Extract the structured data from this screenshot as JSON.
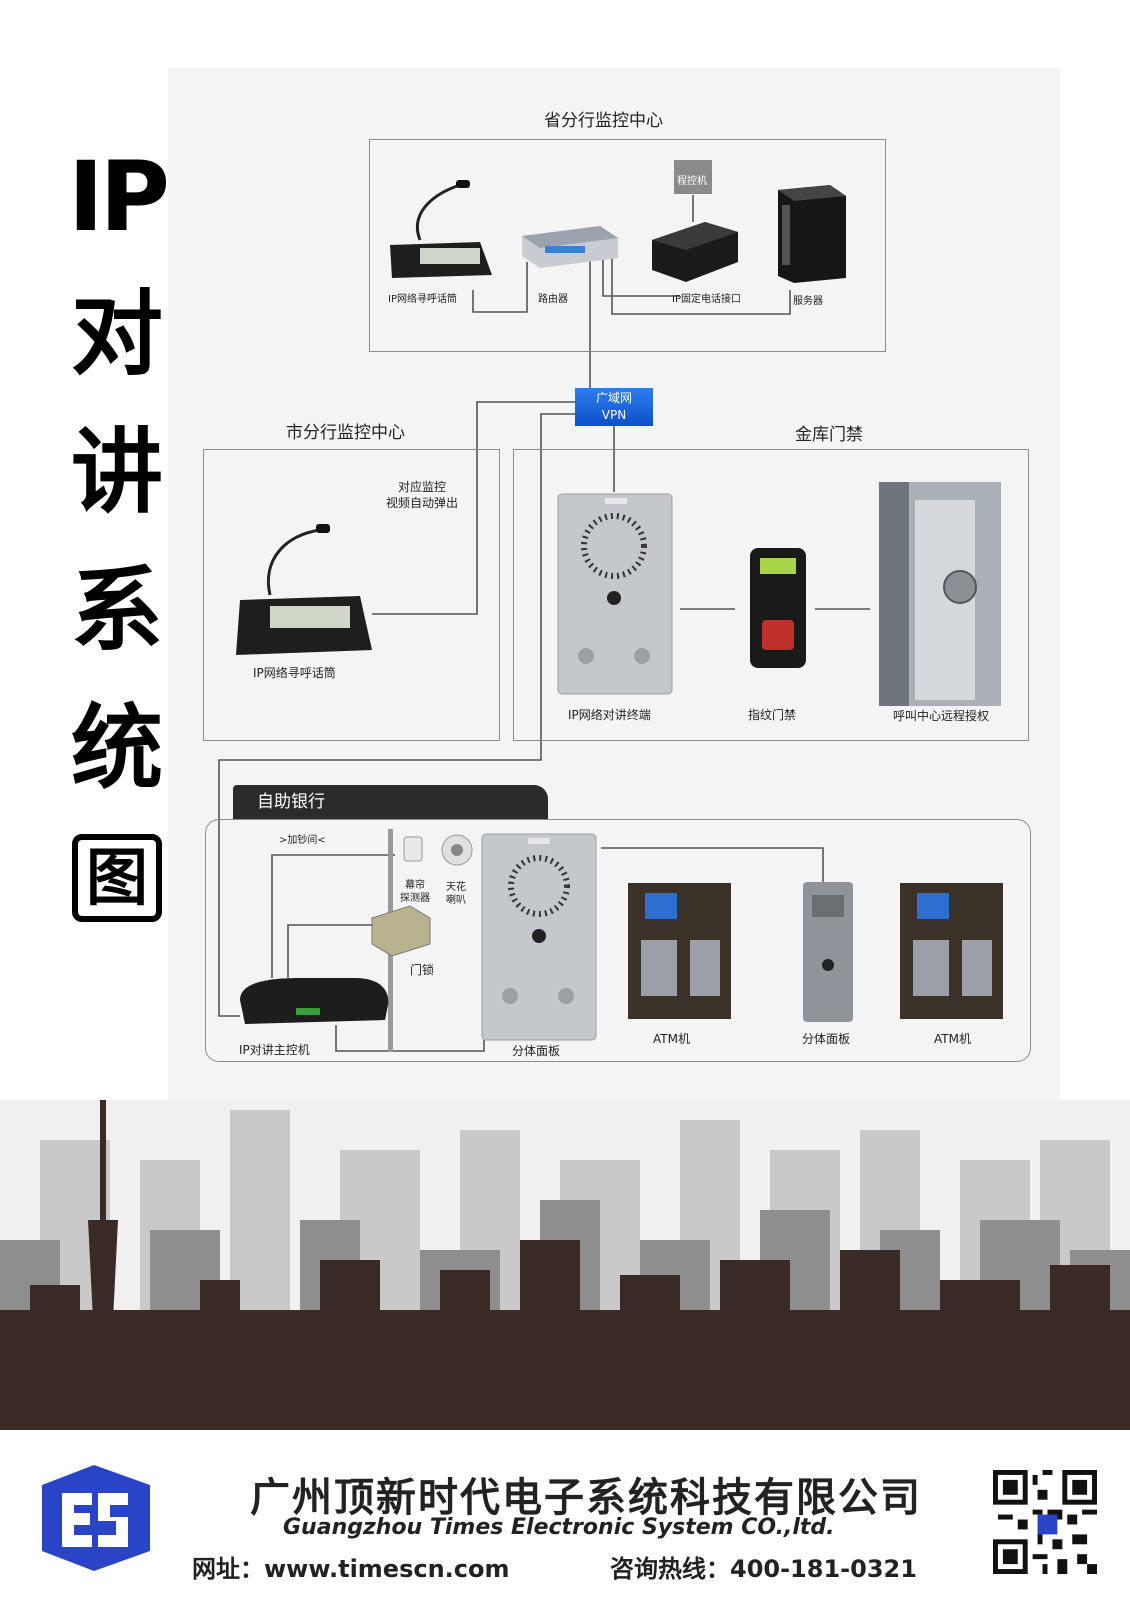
{
  "title": {
    "ip": "IP",
    "chars": [
      "对",
      "讲",
      "系",
      "统",
      "图"
    ]
  },
  "sections": {
    "province": "省分行监控中心",
    "city": "市分行监控中心",
    "vault": "金库门禁",
    "selfbank": "自助银行"
  },
  "vpn": {
    "line1": "广域网",
    "line2": "VPN"
  },
  "province_devices": {
    "paging_mic": "IP网络寻呼话筒",
    "router": "路由器",
    "phone_interface": "IP固定电话接口",
    "server": "服务器",
    "pbx": "程控机"
  },
  "city_devices": {
    "note_line1": "对应监控",
    "note_line2": "视频自动弹出",
    "paging_mic": "IP网络寻呼话筒"
  },
  "vault_devices": {
    "terminal": "IP网络对讲终端",
    "fingerprint": "指纹门禁",
    "remote_auth": "呼叫中心远程授权"
  },
  "selfbank_devices": {
    "cash_room": ">加钞间<",
    "curtain_line1": "幕帘",
    "curtain_line2": "探测器",
    "speaker_line1": "天花",
    "speaker_line2": "喇叭",
    "door_lock": "门锁",
    "host": "IP对讲主控机",
    "panel1": "分体面板",
    "atm1": "ATM机",
    "panel2": "分体面板",
    "atm2": "ATM机"
  },
  "footer": {
    "company_cn": "广州顶新时代电子系统科技有限公司",
    "company_en": "Guangzhou Times Electronic System CO.,ltd.",
    "website": "网址：www.timescn.com",
    "hotline": "咨询热线：400-181-0321"
  },
  "colors": {
    "panel_bg": "#f4f4f4",
    "line": "#555555",
    "vpn": "#1a63e0",
    "skyline_dark": "#3a2b27",
    "logo_blue": "#2a44c8"
  }
}
